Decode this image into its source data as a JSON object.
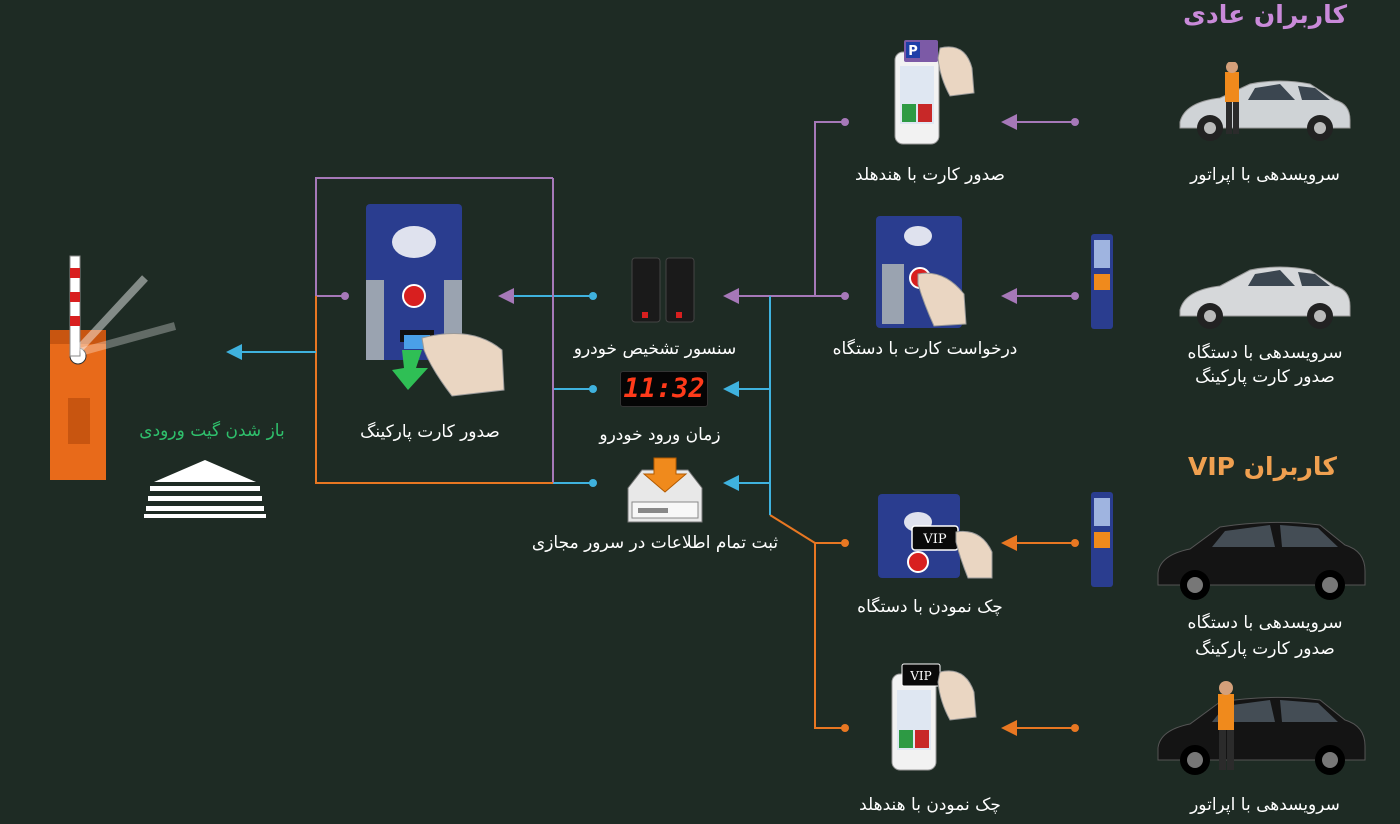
{
  "colors": {
    "background": "#1e2b24",
    "regular_line": "#a678b8",
    "vip_line": "#e87722",
    "cyan_line": "#3fb2de",
    "regular_header": "#c98ad9",
    "vip_header": "#f0a050",
    "gate_text": "#2fc06c"
  },
  "headers": {
    "regular": "کاربران عادی",
    "vip": "کاربران VIP"
  },
  "services": {
    "regular_operator": "سرویسدهی با اپراتور",
    "regular_device_1": "سرویسدهی با دستگاه",
    "regular_device_2": "صدور کارت پارکینگ",
    "vip_device_1": "سرویسدهی با دستگاه",
    "vip_device_2": "صدور کارت پارکینگ",
    "vip_operator": "سرویسدهی با اپراتور"
  },
  "actions": {
    "issue_handheld": "صدور کارت با هندهلد",
    "request_device": "درخواست کارت با دستگاه",
    "check_device": "چک نمودن با دستگاه",
    "check_handheld": "چک نمودن با هندهلد"
  },
  "center": {
    "sensor": "سنسور تشخیص خودرو",
    "entry_time": "زمان ورود خودرو",
    "clock": "11:32",
    "server": "ثبت تمام اطلاعات در سرور مجازی",
    "issue_card": "صدور کارت پارکینگ",
    "gate_open": "باز شدن گیت ورودی"
  },
  "icons": {
    "parking_badge": "P",
    "vip_badge_1": "VIP",
    "vip_badge_2": "VIP"
  }
}
